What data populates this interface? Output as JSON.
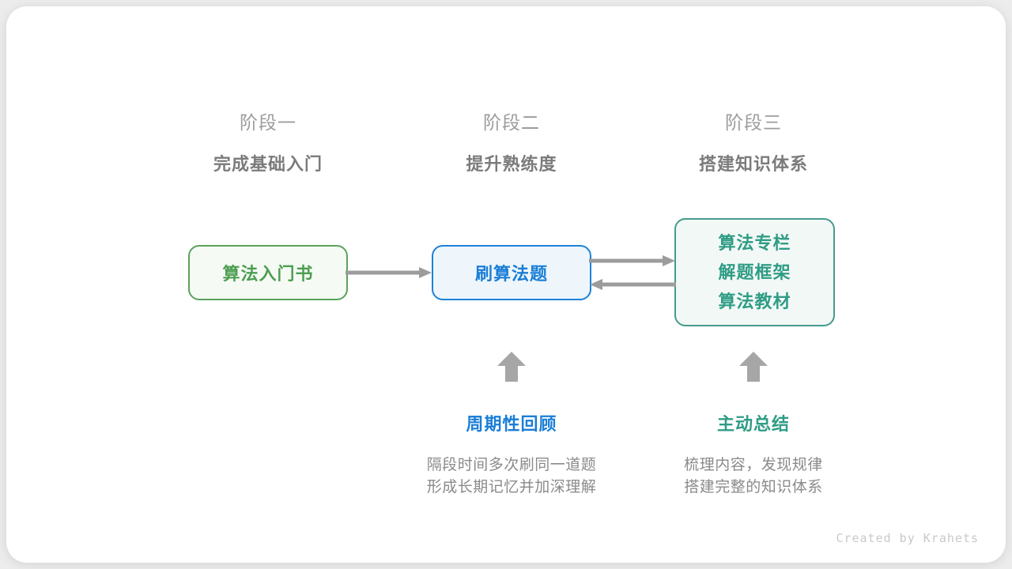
{
  "stages": [
    {
      "label": "阶段一",
      "subtitle": "完成基础入门"
    },
    {
      "label": "阶段二",
      "subtitle": "提升熟练度"
    },
    {
      "label": "阶段三",
      "subtitle": "搭建知识体系"
    }
  ],
  "boxes": {
    "intro_book": {
      "label": "算法入门书"
    },
    "practice": {
      "label": "刷算法题"
    },
    "resources": {
      "lines": [
        "算法专栏",
        "解题框架",
        "算法教材"
      ]
    }
  },
  "annotations": {
    "review": {
      "title": "周期性回顾",
      "lines": [
        "隔段时间多次刷同一道题",
        "形成长期记忆并加深理解"
      ]
    },
    "summarize": {
      "title": "主动总结",
      "lines": [
        "梳理内容，发现规律",
        "搭建完整的知识体系"
      ]
    }
  },
  "credit": "Created by Krahets",
  "colors": {
    "background": "#ececec",
    "card": "#ffffff",
    "green_border": "#5aa25c",
    "green_text": "#4d9e50",
    "green_bg": "#f5faf5",
    "blue_border": "#1d82d9",
    "blue_text": "#1a7ed6",
    "blue_bg": "#eef6fc",
    "teal_border": "#459b8c",
    "teal_text": "#2f9c85",
    "teal_bg": "#f2f8f6",
    "gray_label": "#9c9c9c",
    "gray_subtitle": "#7b7b7b",
    "arrow": "#9c9c9c",
    "block_arrow": "#a6a6a6",
    "desc": "#8a8a8a",
    "credit": "#c9c9c9"
  }
}
